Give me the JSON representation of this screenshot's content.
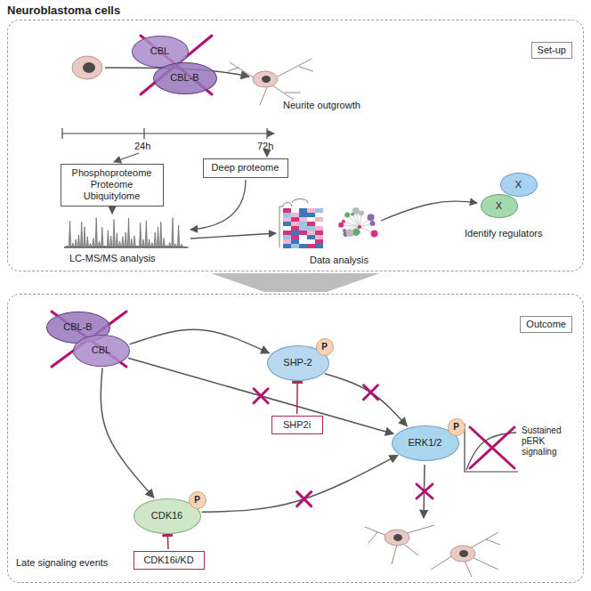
{
  "diagram": {
    "title": "Neuroblastoma cells",
    "nodes": [
      {
        "text": [
          "Set-up"
        ]
      },
      {
        "text": [
          "CBL"
        ],
        "in": 0
      },
      {
        "text": [
          "CBL-B"
        ],
        "in": 0
      },
      {
        "text": [
          "Phosphoproteome Proteome Ubiquitylome"
        ],
        "in": 0
      },
      {
        "text": [
          "Deep proteome"
        ],
        "in": 0
      },
      {
        "text": [
          "X"
        ],
        "in": 0
      },
      {
        "text": [
          "X"
        ],
        "in": 0
      },
      {
        "text": [
          "Outcome"
        ]
      },
      {
        "text": [
          "CBL-B"
        ],
        "in": 7
      },
      {
        "text": [
          "CBL"
        ],
        "in": 7
      },
      {
        "text": [
          "SHP-2"
        ],
        "in": 7
      },
      {
        "text": [
          "SHP2i"
        ],
        "in": 7
      },
      {
        "text": [
          "ERK1/2"
        ],
        "in": 7
      },
      {
        "text": [
          "CDK16"
        ],
        "in": 7
      },
      {
        "text": [
          "CDK16i/KD"
        ],
        "in": 7
      },
      {
        "text": [
          "P"
        ],
        "in": 10
      },
      {
        "text": [
          "P"
        ],
        "in": 12
      },
      {
        "text": [
          "P"
        ],
        "in": 13
      }
    ],
    "edges": [
      {
        "from": 0,
        "to": 7,
        "arrow": "to"
      },
      {
        "from": 9,
        "to": 10,
        "arrow": "to"
      },
      {
        "from": 9,
        "to": 12,
        "arrow": "to"
      },
      {
        "from": 10,
        "to": 12,
        "arrow": "to"
      },
      {
        "from": 9,
        "to": 13,
        "arrow": "to"
      },
      {
        "from": 13,
        "to": 12,
        "arrow": "to"
      },
      {
        "from": 11,
        "to": 10,
        "arrow": "to"
      },
      {
        "from": 14,
        "to": 13,
        "arrow": "to"
      }
    ],
    "labels": [
      "Neurite outgrowth",
      "24h",
      "72h",
      "LC-MS/MS analysis",
      "Data analysis",
      "Identify regulators",
      "Sustained pERK signaling",
      "Late signaling events"
    ]
  }
}
